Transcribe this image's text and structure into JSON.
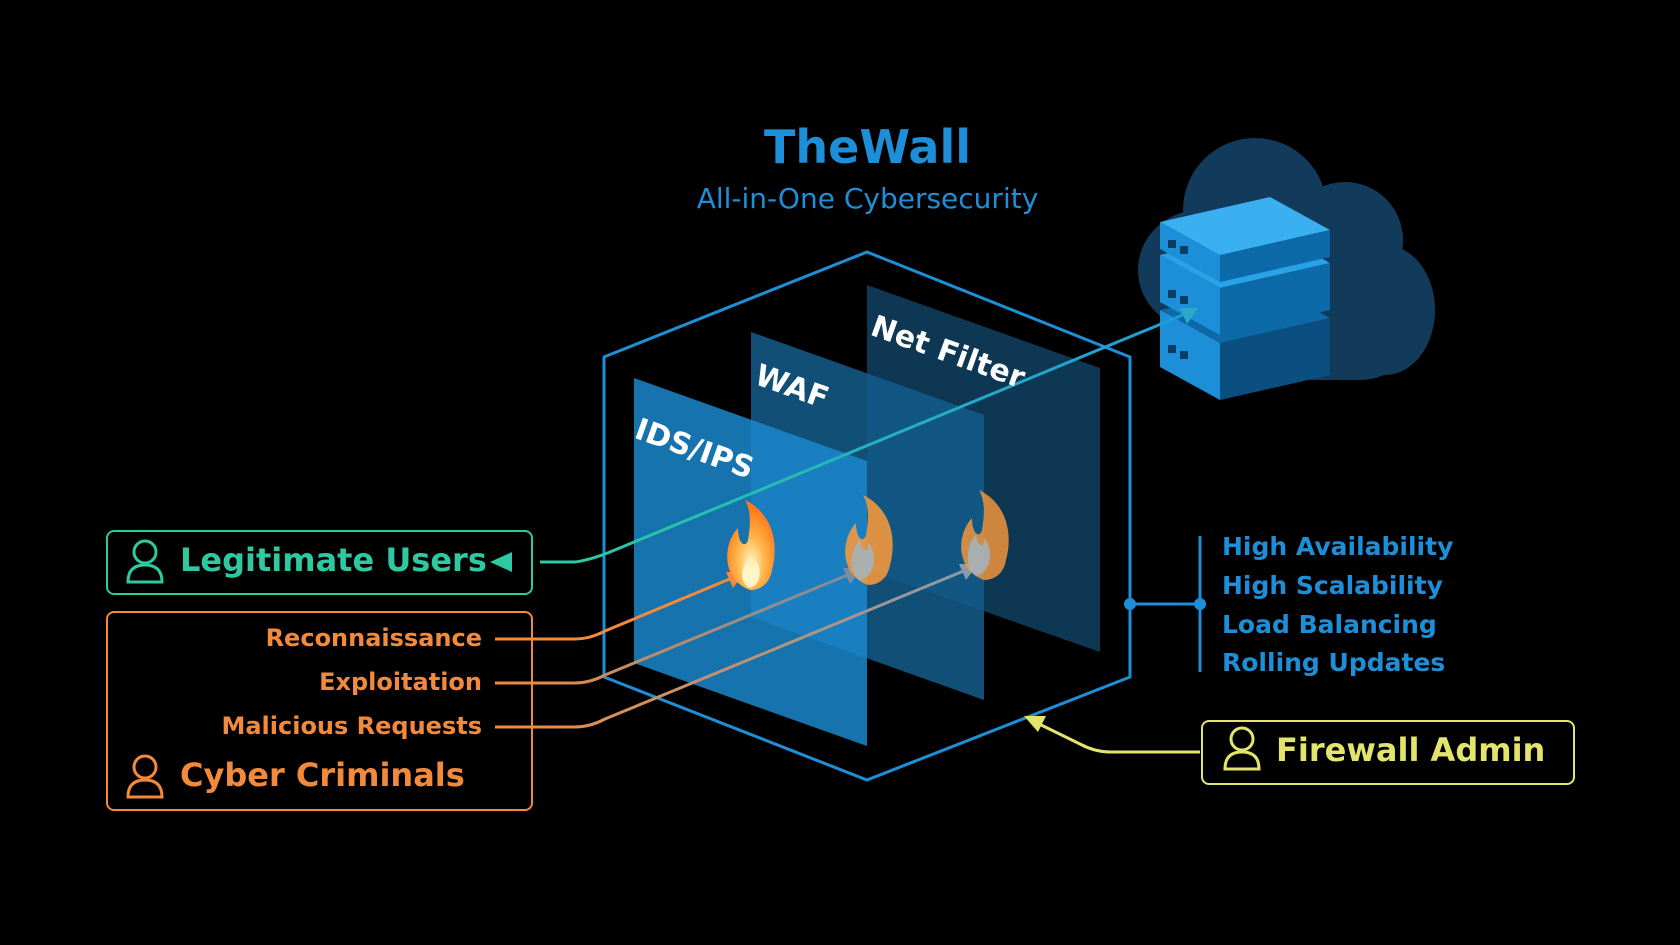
{
  "header": {
    "title": "TheWall",
    "subtitle": "All-in-One Cybersecurity"
  },
  "layers": [
    {
      "label": "IDS/IPS"
    },
    {
      "label": "WAF"
    },
    {
      "label": "Net Filter"
    }
  ],
  "actors": {
    "legitimate": {
      "label": "Legitimate Users",
      "icon": "user-icon",
      "color": "#2ec9a0"
    },
    "criminals": {
      "label": "Cyber Criminals",
      "icon": "user-icon",
      "color": "#f28a3c"
    },
    "admin": {
      "label": "Firewall Admin",
      "icon": "user-icon",
      "color": "#e2e46c"
    }
  },
  "attacks": [
    "Reconnaissance",
    "Exploitation",
    "Malicious Requests"
  ],
  "features": [
    "High Availability",
    "High Scalability",
    "Load Balancing",
    "Rolling Updates"
  ],
  "icons": {
    "threat": "flame-icon",
    "server": "server-stack-icon",
    "cloud": "cloud-icon"
  },
  "colors": {
    "accent": "#1d8fd8",
    "legit": "#2ec9a0",
    "attack": "#f28a3c",
    "admin": "#e2e46c",
    "background": "#000000"
  }
}
